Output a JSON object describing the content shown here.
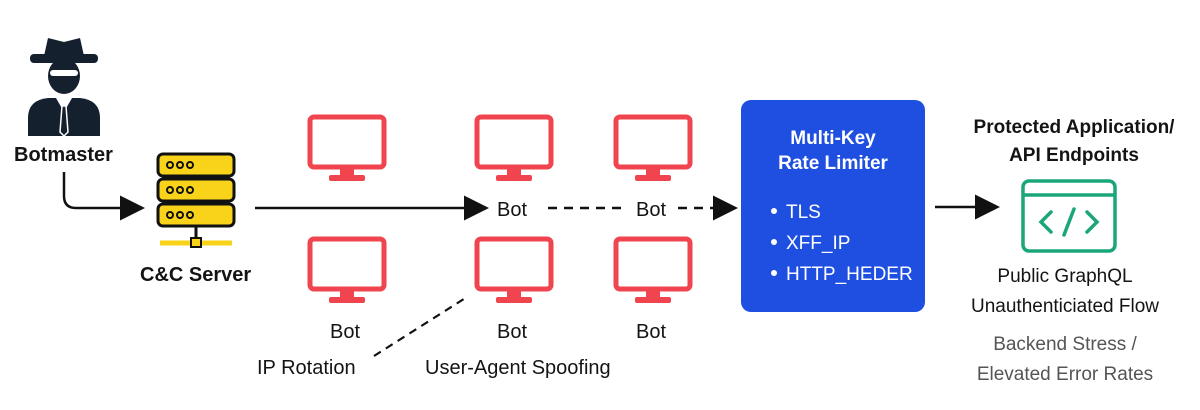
{
  "nodes": {
    "botmaster": "Botmaster",
    "cc_server": "C&C Server",
    "bot_label": "Bot",
    "ip_rotation": "IP Rotation",
    "ua_spoofing": "User-Agent Spoofing"
  },
  "limiter": {
    "title_line1": "Multi-Key",
    "title_line2": "Rate Limiter",
    "keys": [
      "TLS",
      "XFF_IP",
      "HTTP_HEDER"
    ]
  },
  "target": {
    "title_line1": "Protected Application/",
    "title_line2": "API Endpoints",
    "flow_line1": "Public GraphQL",
    "flow_line2": "Unauthenticiated Flow",
    "impact_line1": "Backend Stress /",
    "impact_line2": "Elevated Error Rates"
  },
  "icons": [
    "hacker-icon",
    "server-icon",
    "monitor-icon",
    "code-window-icon"
  ],
  "colors": {
    "bot_red": "#f0454e",
    "server_yellow": "#f8d31a",
    "limiter_blue": "#1f4fe0",
    "app_green": "#1aa57a"
  }
}
